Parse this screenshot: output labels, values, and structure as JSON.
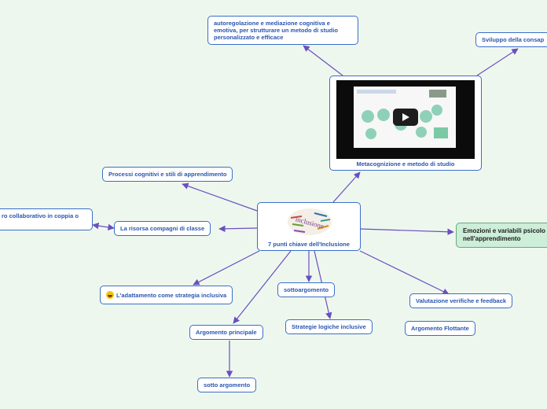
{
  "center": {
    "label": "7 punti chiave dell'Inclusione",
    "word_cloud_text": "inclusione"
  },
  "nodes": {
    "autoregolazione": "autoregolazione e mediazione cognitiva e emotiva, per strutturare un metodo di studio personalizzato e efficace",
    "sviluppo": "Sviluppo della consap",
    "metacognizione": "Metacognizione e metodo di studio",
    "processi": "Processi cognitivi e stili di apprendimento",
    "lavoro": "ro collaborativo in coppia o",
    "risorsa": "La risorsa compagni di classe",
    "emozioni": "Emozioni e variabili psicolo nell'apprendimento",
    "adattamento": "L'adattamento come strategia inclusiva",
    "sottoargomento": "sottoargomento",
    "valutazione": "Valutazione verifiche e feedback",
    "argomento_principale": "Argomento principale",
    "strategie": "Strategie logiche inclusive",
    "argomento_flottante": "Argomento Flottante",
    "sotto_argomento": "sotto argomento"
  },
  "icons": {
    "adattamento": "laughing-emoji-icon",
    "video": "play-icon"
  },
  "colors": {
    "background": "#eef7ee",
    "edge": "#6a4fc0",
    "node_text": "#2a56b0",
    "node_border": "#3a6fc8",
    "green_node": "#cdeed9"
  }
}
